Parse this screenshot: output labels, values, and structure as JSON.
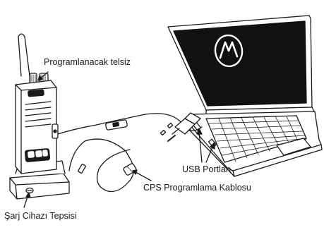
{
  "labels": {
    "radio": "Programlanacak telsiz",
    "usb_ports": "USB Portları",
    "cable": "CPS Programlama Kablosu",
    "charger": "Şarj Cihazı Tepsisi"
  },
  "icons": [
    "motorola-logo-icon",
    "two-way-radio-icon",
    "laptop-icon",
    "usb-plug-icon",
    "charger-tray-icon"
  ],
  "colors": {
    "outline": "#1a1a1a",
    "screen": "#111111",
    "body": "#ffffff"
  }
}
